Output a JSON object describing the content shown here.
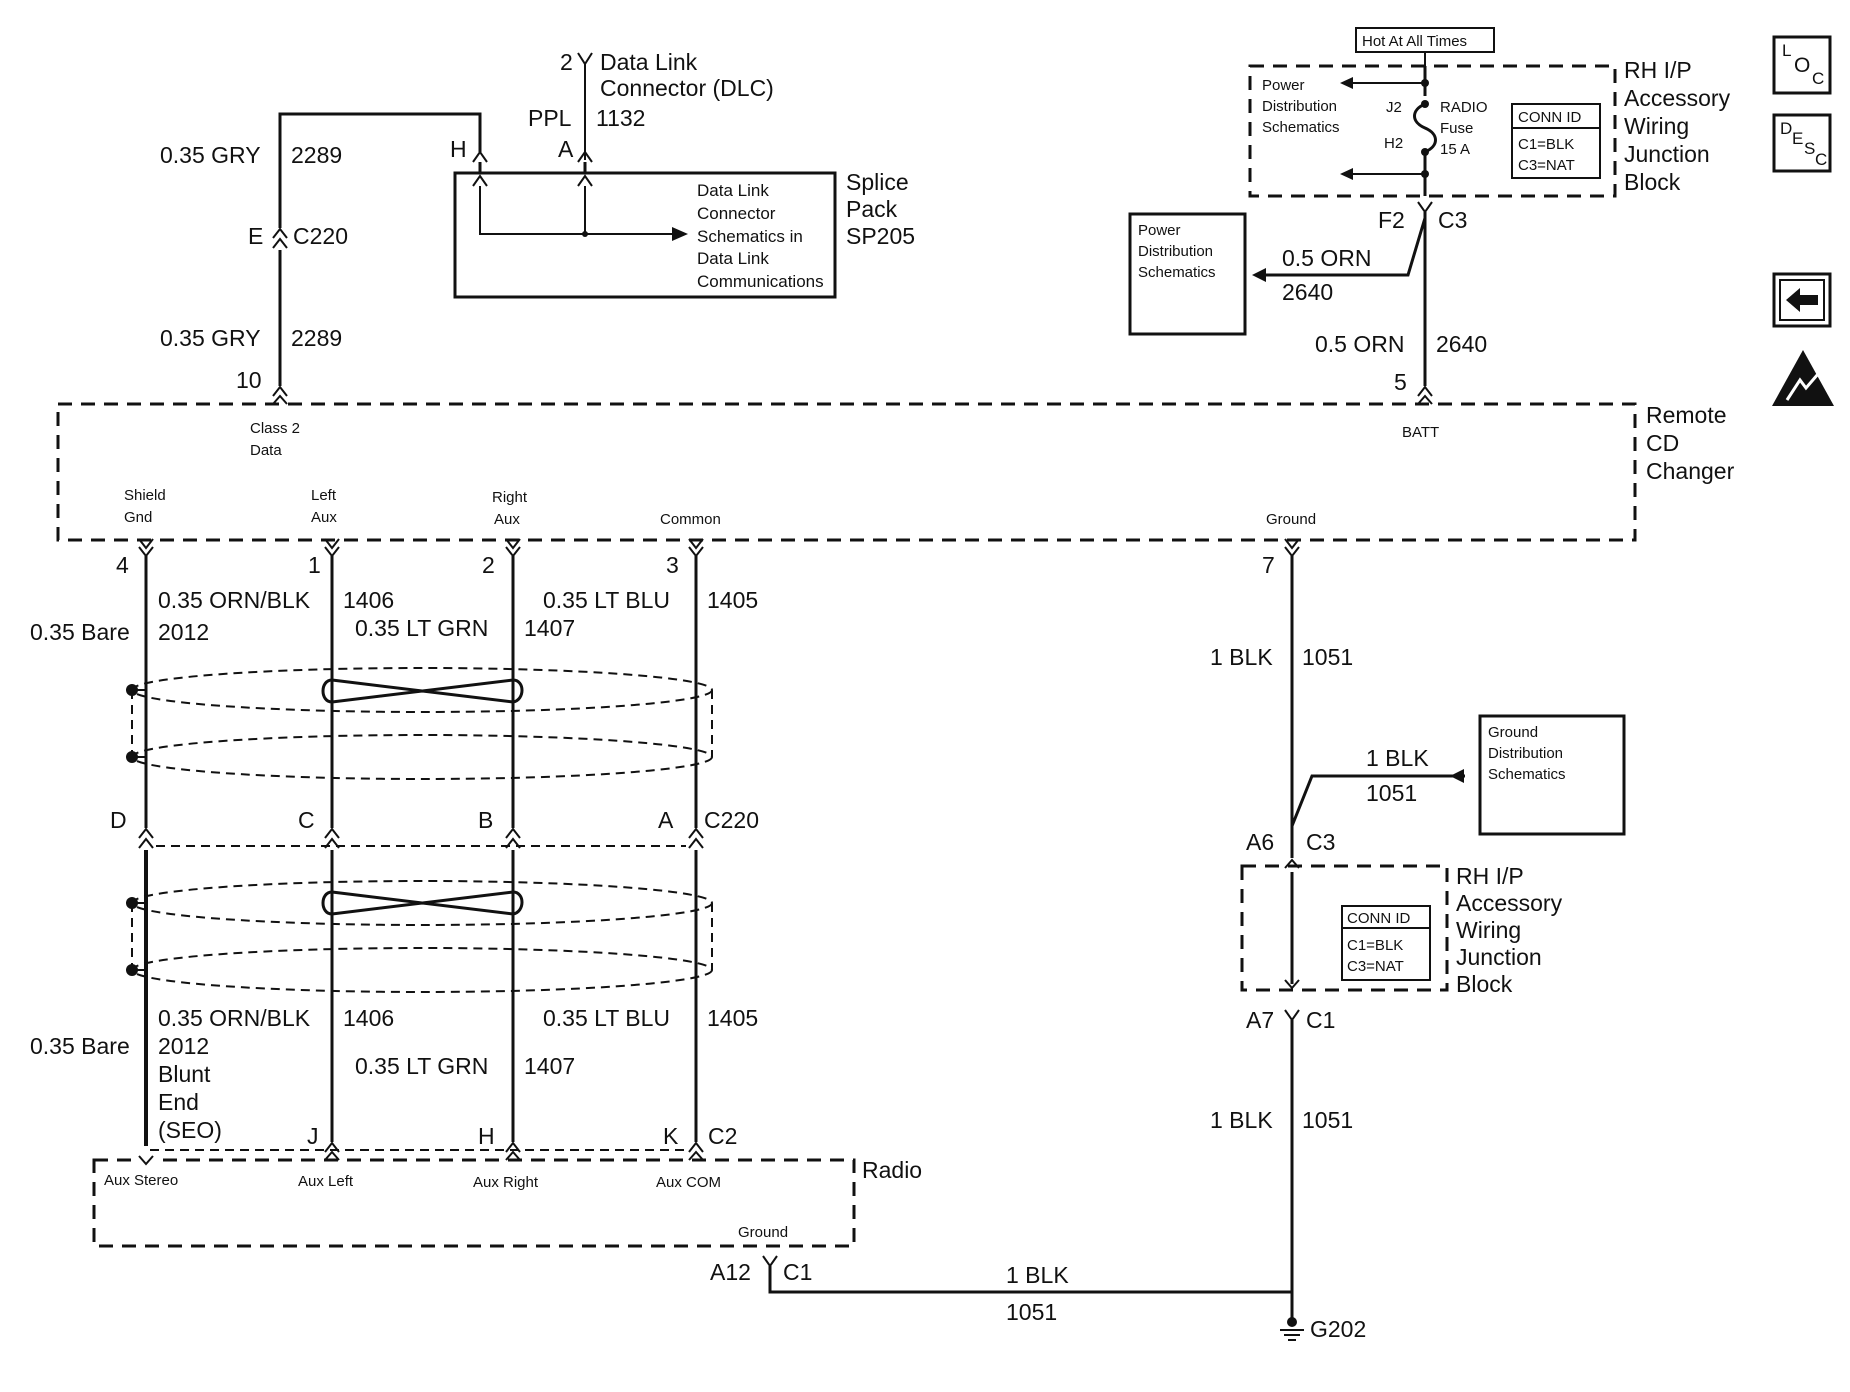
{
  "dlc": {
    "pin": "2",
    "name_line1": "Data Link",
    "name_line2": "Connector (DLC)",
    "wire_color": "PPL",
    "circuit": "1132",
    "terminal_h": "H",
    "terminal_a": "A"
  },
  "splice_pack": {
    "line1": "Splice",
    "line2": "Pack",
    "line3": "SP205",
    "ref_lines": [
      "Data Link",
      "Connector",
      "Schematics in",
      "Data Link",
      "Communications"
    ]
  },
  "class2_wire": {
    "upper_color": "0.35 GRY",
    "upper_circuit": "2289",
    "conn_pin": "E",
    "conn_id": "C220",
    "lower_color": "0.35 GRY",
    "lower_circuit": "2289",
    "pin": "10"
  },
  "junction_block_top": {
    "hot_label": "Hot At All Times",
    "power_ref_lines": [
      "Power",
      "Distribution",
      "Schematics"
    ],
    "j2": "J2",
    "h2": "H2",
    "fuse_lines": [
      "RADIO",
      "Fuse",
      "15 A"
    ],
    "conn_id_title": "CONN ID",
    "conn_id_lines": [
      "C1=BLK",
      "C3=NAT"
    ],
    "name_lines": [
      "RH I/P",
      "Accessory",
      "Wiring",
      "Junction",
      "Block"
    ],
    "pin_f2": "F2",
    "conn_c3": "C3"
  },
  "power_branch": {
    "ref_lines": [
      "Power",
      "Distribution",
      "Schematics"
    ],
    "color": "0.5 ORN",
    "circuit": "2640"
  },
  "batt_wire": {
    "color": "0.5 ORN",
    "circuit": "2640",
    "pin": "5"
  },
  "cd_changer": {
    "name_lines": [
      "Remote",
      "CD",
      "Changer"
    ],
    "class2_lines": [
      "Class 2",
      "Data"
    ],
    "batt": "BATT",
    "shield_lines": [
      "Shield",
      "Gnd"
    ],
    "left_lines": [
      "Left",
      "Aux"
    ],
    "right_lines": [
      "Right",
      "Aux"
    ],
    "common": "Common",
    "ground": "Ground"
  },
  "aux_wires": {
    "pins": [
      "4",
      "1",
      "2",
      "3"
    ],
    "bare_color": "0.35 Bare",
    "bare_circuit": "2012",
    "orn_blk": "0.35 ORN/BLK",
    "orn_blk_circuit": "1406",
    "lt_grn": "0.35 LT GRN",
    "lt_grn_circuit": "1407",
    "lt_blu": "0.35 LT BLU",
    "lt_blu_circuit": "1405",
    "c220_pins": [
      "D",
      "C",
      "B",
      "A"
    ],
    "c220": "C220",
    "blunt_lines": [
      "Blunt",
      "End",
      "(SEO)"
    ],
    "radio_pins": [
      "J",
      "H",
      "K"
    ],
    "c2": "C2"
  },
  "radio": {
    "name": "Radio",
    "aux_stereo": "Aux Stereo",
    "aux_left": "Aux Left",
    "aux_right": "Aux Right",
    "aux_com": "Aux COM",
    "ground": "Ground",
    "pin": "A12",
    "conn": "C1",
    "wire_color": "1 BLK",
    "wire_circuit": "1051"
  },
  "ground_wire": {
    "pin": "7",
    "color": "1 BLK",
    "circuit": "1051",
    "branch_color": "1 BLK",
    "branch_circuit": "1051",
    "ref_lines": [
      "Ground",
      "Distribution",
      "Schematics"
    ],
    "a6": "A6",
    "c3": "C3",
    "a7": "A7",
    "c1": "C1",
    "lower_color": "1 BLK",
    "lower_circuit": "1051",
    "ground_point": "G202"
  },
  "junction_block_bottom": {
    "conn_id_title": "CONN ID",
    "conn_id_lines": [
      "C1=BLK",
      "C3=NAT"
    ],
    "name_lines": [
      "RH I/P",
      "Accessory",
      "Wiring",
      "Junction",
      "Block"
    ]
  },
  "side_buttons": {
    "loc": [
      "L",
      "O",
      "C"
    ],
    "desc": [
      "D",
      "E",
      "S",
      "C"
    ]
  }
}
